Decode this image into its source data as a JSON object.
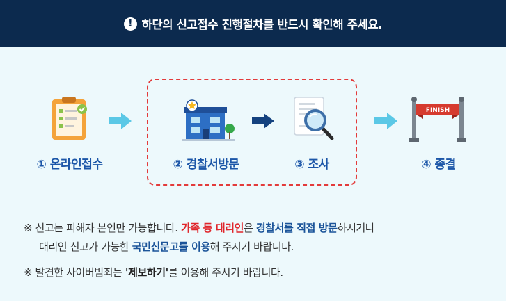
{
  "banner": {
    "text": "하단의 신고접수 진행절차를 반드시 확인해 주세요."
  },
  "steps": [
    {
      "label": "① 온라인접수"
    },
    {
      "label": "② 경찰서방문"
    },
    {
      "label": "③ 조사"
    },
    {
      "label": "④ 종결"
    }
  ],
  "finish_sign": "FINISH",
  "notes": {
    "mark": "※",
    "line1_a": " 신고는 피해자 본인만 가능합니다. ",
    "line1_red": "가족 등 대리인",
    "line1_b": "은 ",
    "line1_blue": "경찰서를 직접 방문",
    "line1_c": "하시거나",
    "line2_a": "대리인 신고가 가능한 ",
    "line2_blue": "국민신문고를 이용",
    "line2_b": "해 주시기 바랍니다.",
    "line3_a": " 발견한 사이버범죄는 ",
    "line3_bold": "'제보하기'",
    "line3_b": "를 이용해 주시기 바랍니다."
  },
  "colors": {
    "banner_bg": "#0c2a4e",
    "label_blue": "#1c56a8",
    "accent_red": "#e0262b",
    "arrow_cyan": "#5bc8e6",
    "arrow_navy": "#14427f"
  }
}
